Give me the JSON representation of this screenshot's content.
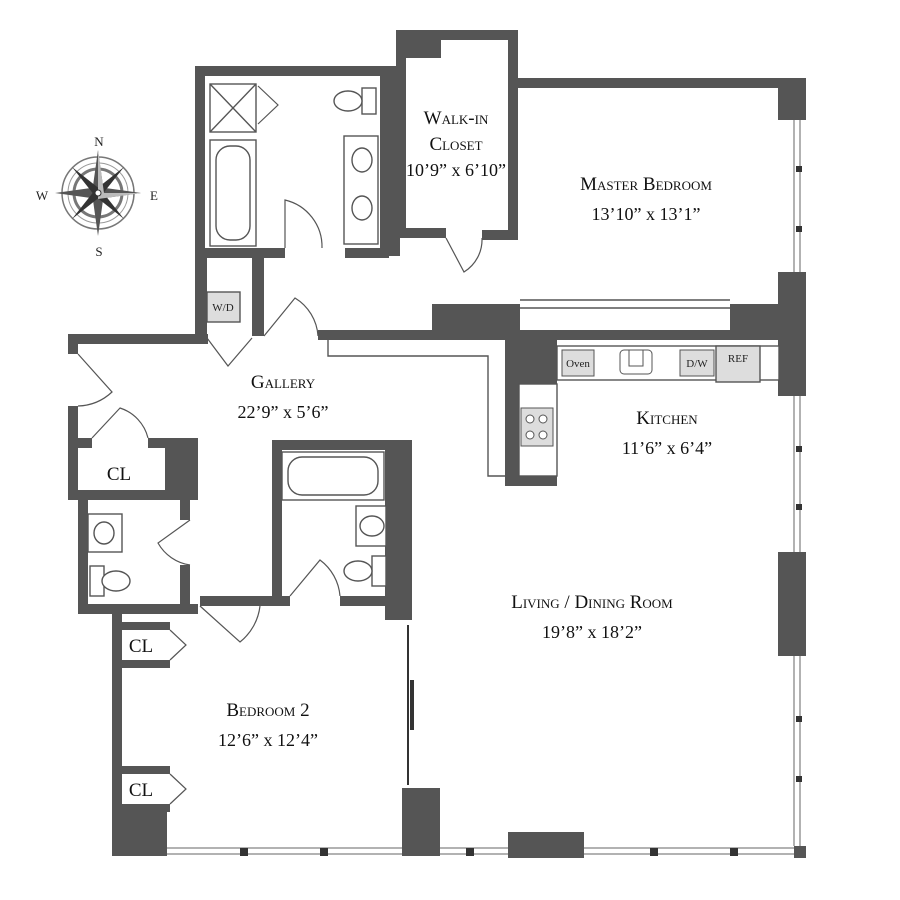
{
  "rooms": {
    "walk_in_closet": {
      "name_line1": "Walk-in",
      "name_line2": "Closet",
      "dims": "10’9” x 6’10”"
    },
    "master_bedroom": {
      "name": "Master Bedroom",
      "dims": "13’10” x 13’1”"
    },
    "gallery": {
      "name": "Gallery",
      "dims": "22’9” x 5’6”"
    },
    "kitchen": {
      "name": "Kitchen",
      "dims": "11’6” x 6’4”"
    },
    "living_dining": {
      "name": "Living / Dining Room",
      "dims": "19’8” x 18’2”"
    },
    "bedroom_2": {
      "name": "Bedroom 2",
      "dims": "12’6” x 12’4”"
    }
  },
  "closets": [
    "CL",
    "CL",
    "CL"
  ],
  "appliances": {
    "oven": "Oven",
    "dishwasher": "D/W",
    "refrigerator": "REF",
    "washer_dryer": "W/D"
  },
  "compass": {
    "north": "N",
    "south": "S",
    "east": "E",
    "west": "W"
  },
  "colors": {
    "wall": "#555555",
    "appliance": "#dddddd",
    "background": "#ffffff"
  }
}
